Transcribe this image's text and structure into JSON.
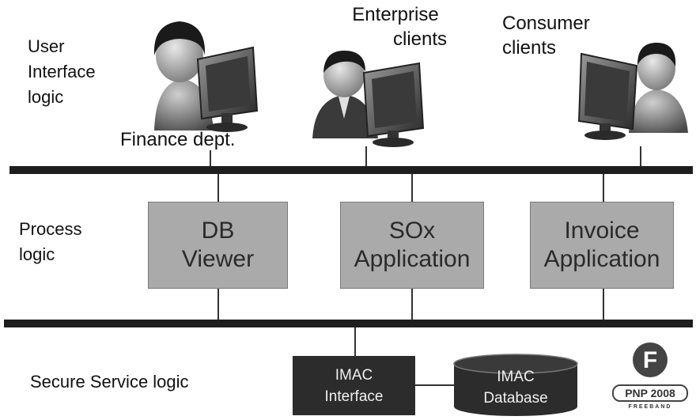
{
  "layers": {
    "ui": [
      "User",
      "Interface",
      "logic"
    ],
    "process": [
      "Process",
      "logic"
    ],
    "service": "Secure Service logic"
  },
  "clients": {
    "finance": "Finance dept.",
    "enterprise": [
      "Enterprise",
      "clients"
    ],
    "consumer": [
      "Consumer",
      "clients"
    ]
  },
  "process_boxes": {
    "db_viewer": [
      "DB",
      "Viewer"
    ],
    "sox": [
      "SOx",
      "Application"
    ],
    "invoice": [
      "Invoice",
      "Application"
    ]
  },
  "service": {
    "interface": [
      "IMAC",
      "Interface"
    ],
    "database": [
      "IMAC",
      "Database"
    ]
  },
  "logo": {
    "letter": "F",
    "badge": "PNP 2008",
    "sub": "FREEBAND"
  },
  "colors": {
    "bus": "#1e1e1e",
    "process_box": "#aaaaaa",
    "service_box": "#2c2c2c"
  }
}
